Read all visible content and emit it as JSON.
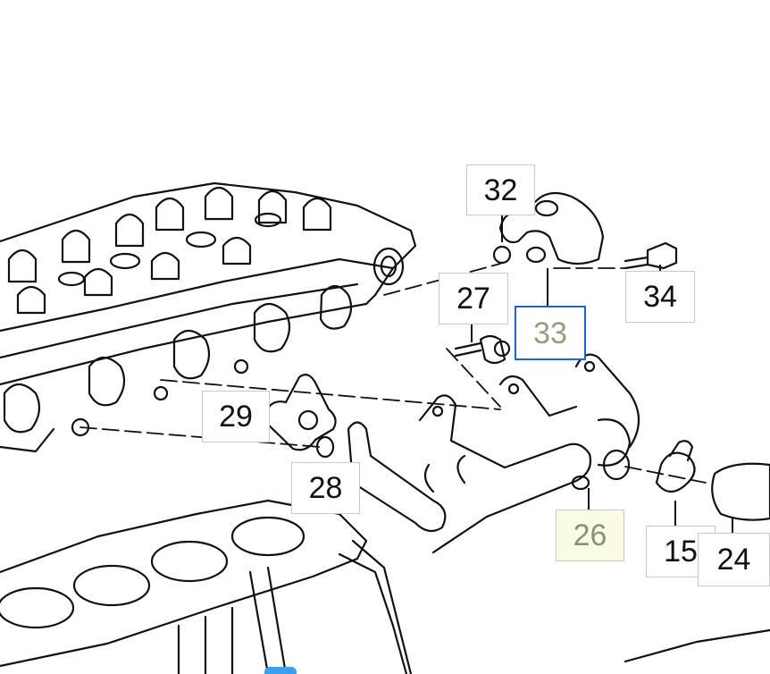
{
  "callouts": {
    "c32": "32",
    "c27": "27",
    "c33": "33",
    "c34": "34",
    "c29": "29",
    "c28": "28",
    "c26": "26",
    "c15": "15",
    "c24": "24"
  },
  "colors": {
    "selected_outline": "#1a66cc",
    "highlight_fill": "#fbfbe3",
    "line": "#111111"
  }
}
